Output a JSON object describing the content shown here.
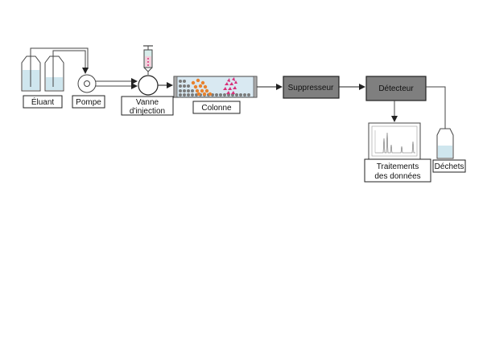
{
  "diagram": {
    "type": "ion-chromatography-schematic",
    "components": {
      "eluant": {
        "label": "Éluant"
      },
      "pump": {
        "label": "Pompe"
      },
      "injection_valve": {
        "label_line1": "Vanne",
        "label_line2": "d'injection"
      },
      "column": {
        "label": "Colonne"
      },
      "suppressor": {
        "label": "Suppresseur"
      },
      "detector": {
        "label": "Détecteur"
      },
      "data_processing": {
        "label_line1": "Traitements",
        "label_line2": "des données"
      },
      "waste": {
        "label": "Déchets"
      }
    },
    "colors": {
      "liquid": "#cfe6ee",
      "box_dark": "#7f7f7f",
      "column_fill": "#d9e9f2",
      "orange_particles": "#e8822e",
      "pink_particles": "#d8307a",
      "grey_particles": "#7a7a7a",
      "line": "#333333"
    }
  }
}
